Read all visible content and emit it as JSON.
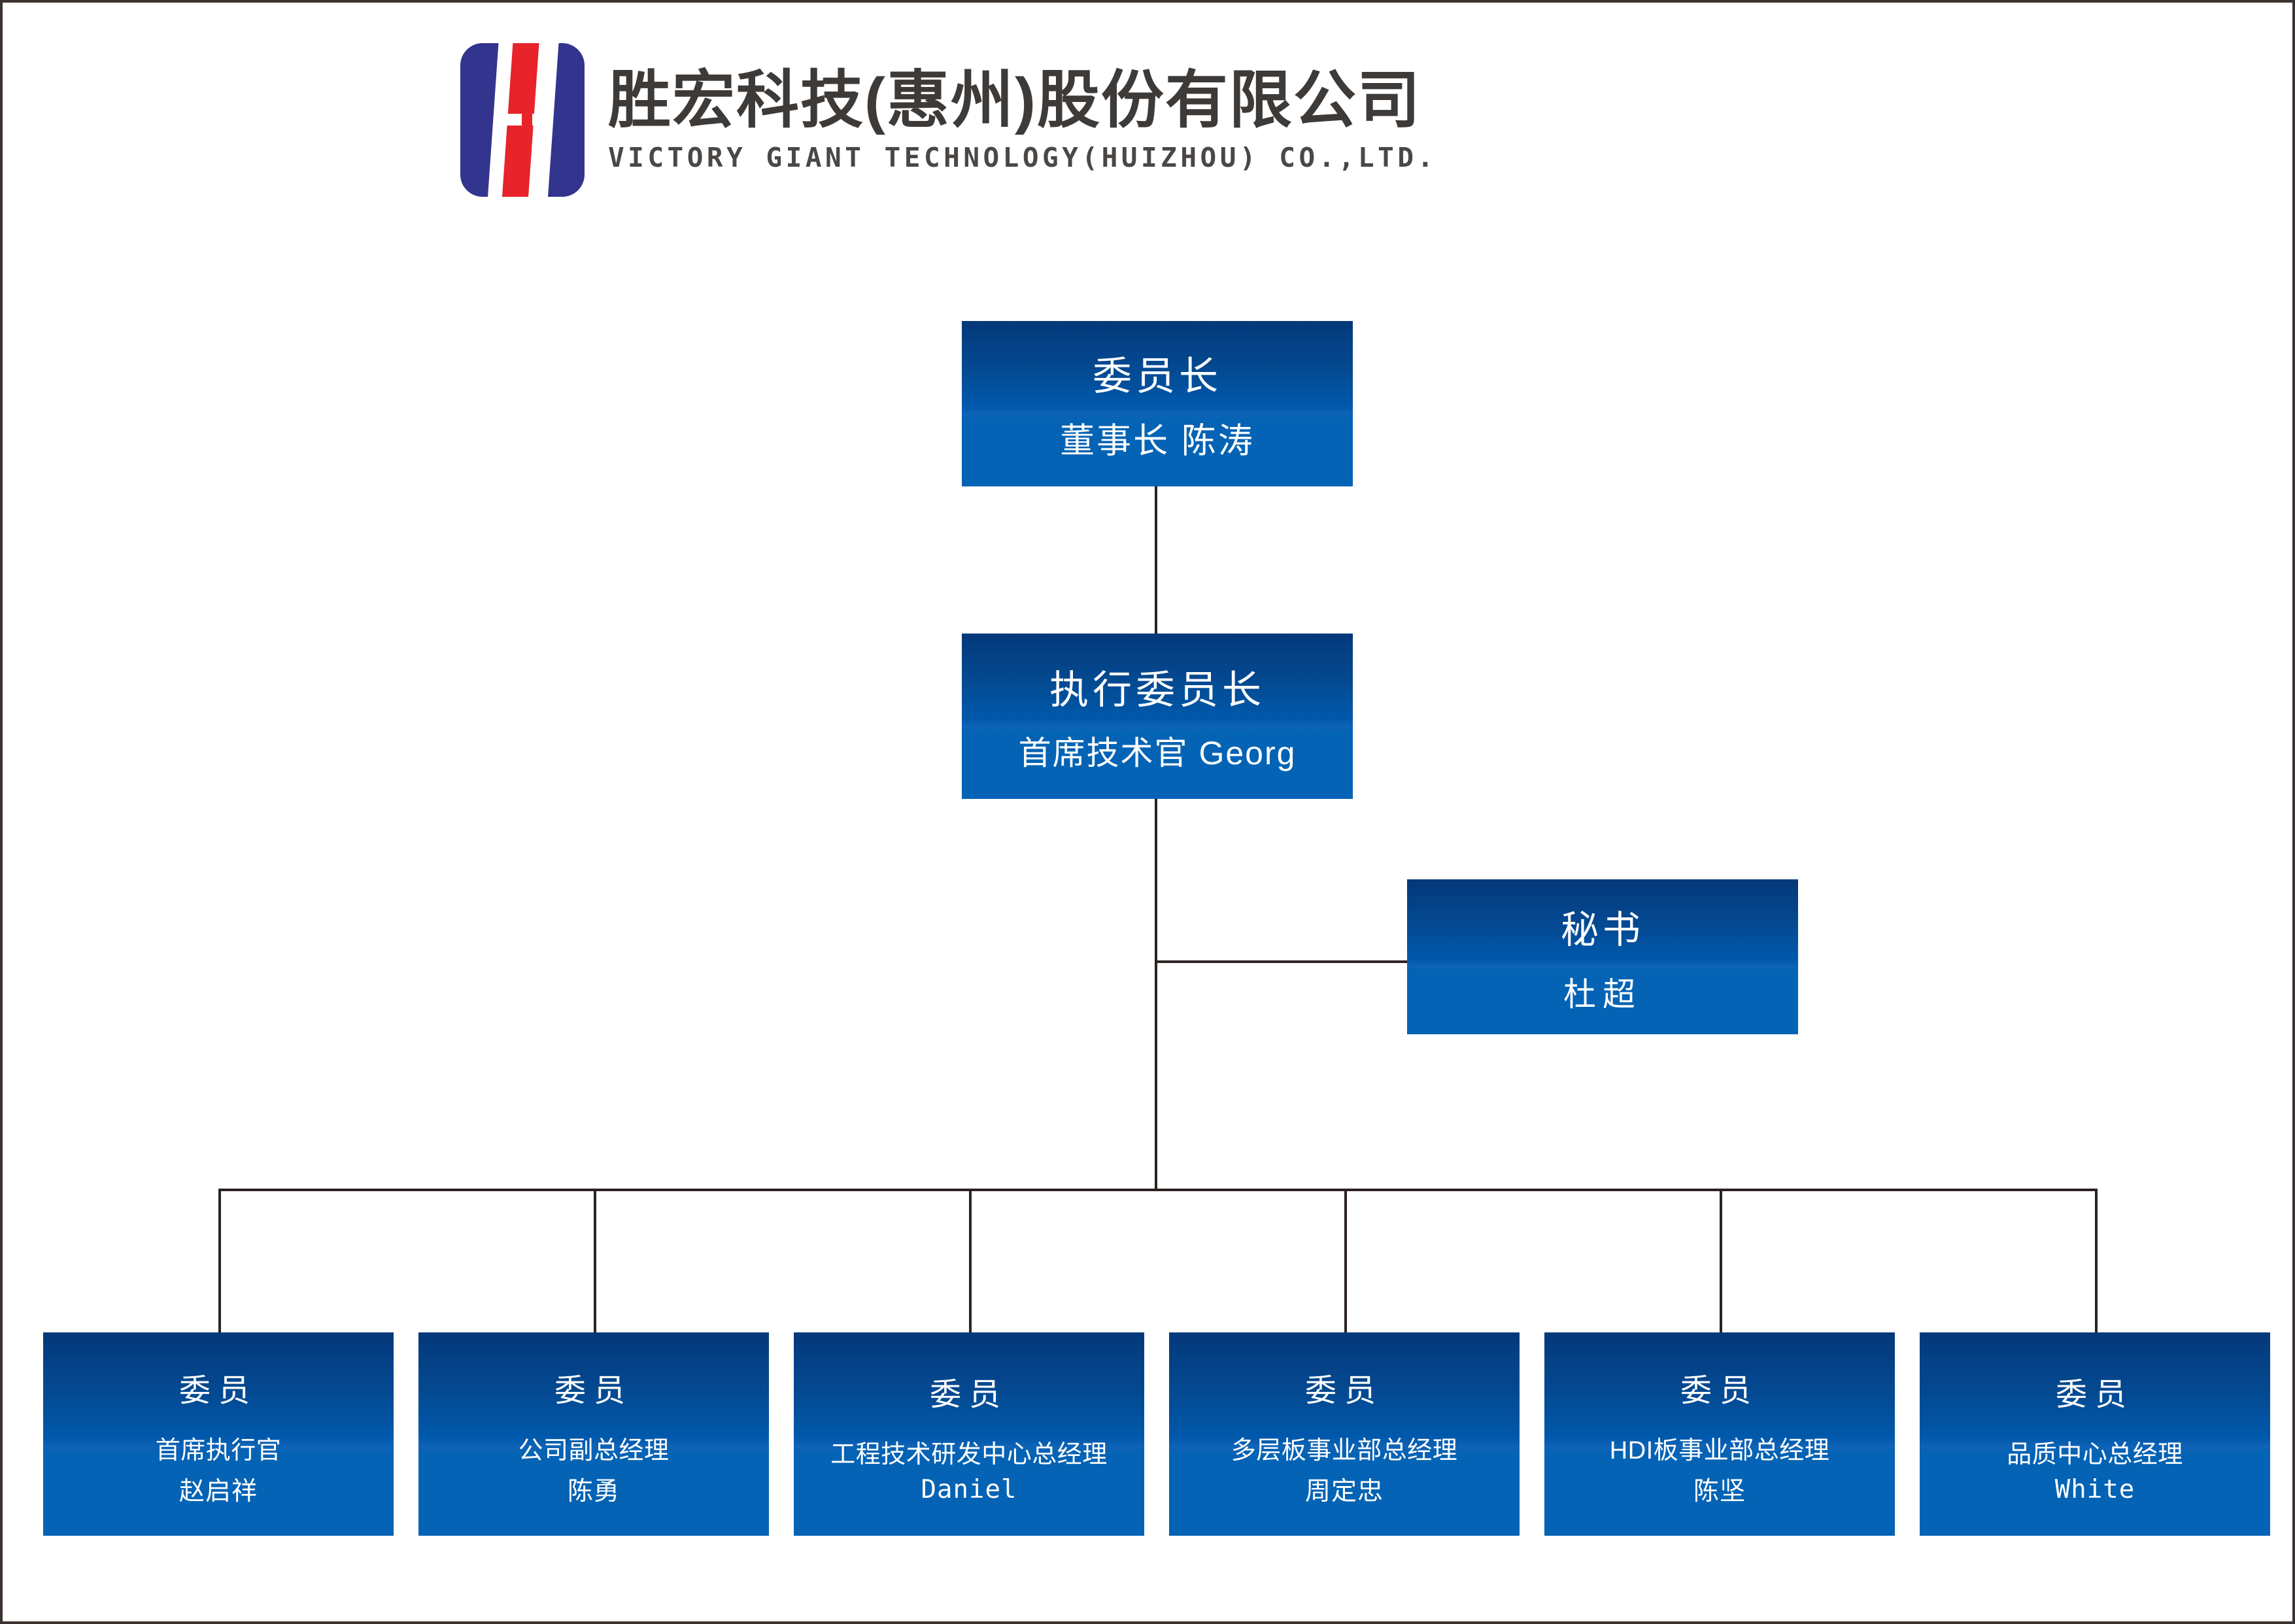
{
  "header": {
    "logo_icon": "victory-giant-s-logo",
    "company_name_cn": "胜宏科技(惠州)股份有限公司",
    "company_name_en": "VICTORY GIANT TECHNOLOGY(HUIZHOU) CO.,LTD."
  },
  "colors": {
    "box_gradient_top": "#04387a",
    "box_gradient_bottom": "#0463b4",
    "connector_line": "#2b2220",
    "logo_blue": "#33348e",
    "logo_red": "#e8232a",
    "page_background": "#ffffff"
  },
  "chart": {
    "chairman": {
      "title": "委员长",
      "subtitle": "董事长 陈涛"
    },
    "executive_chairman": {
      "title": "执行委员长",
      "subtitle": "首席技术官 Georg"
    },
    "secretary": {
      "title": "秘书",
      "subtitle": "杜超"
    },
    "members": [
      {
        "title": "委员",
        "position": "首席执行官",
        "name": "赵启祥"
      },
      {
        "title": "委员",
        "position": "公司副总经理",
        "name": "陈勇"
      },
      {
        "title": "委员",
        "position": "工程技术研发中心总经理",
        "name": "Daniel"
      },
      {
        "title": "委员",
        "position": "多层板事业部总经理",
        "name": "周定忠"
      },
      {
        "title": "委员",
        "position": "HDI板事业部总经理",
        "name": "陈坚"
      },
      {
        "title": "委员",
        "position": "品质中心总经理",
        "name": "White"
      }
    ]
  }
}
